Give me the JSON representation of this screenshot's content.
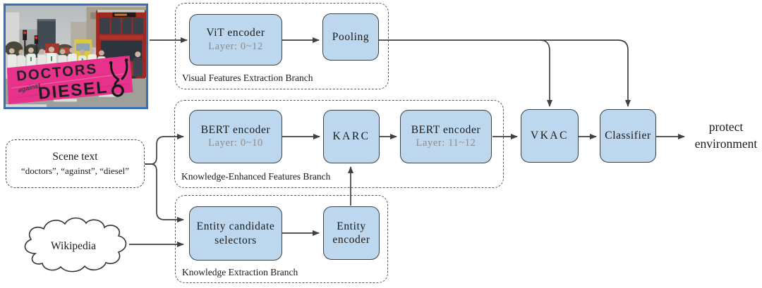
{
  "photo": {
    "banner": {
      "line1": "DOCTORS",
      "line2": "against",
      "line3": "DIESEL"
    }
  },
  "inputs": {
    "scene_text": {
      "title": "Scene text",
      "words": "“doctors”, “against”, “diesel”"
    },
    "knowledge_source": {
      "label": "Wikipedia"
    }
  },
  "branches": {
    "visual": {
      "label": "Visual Features Extraction Branch"
    },
    "knowledge_enhanced": {
      "label": "Knowledge-Enhanced Features Branch"
    },
    "knowledge_extraction": {
      "label": "Knowledge Extraction Branch"
    }
  },
  "nodes": {
    "vit_encoder": {
      "title": "ViT encoder",
      "subtitle": "Layer: 0~12"
    },
    "pooling": {
      "title": "Pooling"
    },
    "bert_encoder_1": {
      "title": "BERT encoder",
      "subtitle": "Layer: 0~10"
    },
    "karc": {
      "title": "KARC"
    },
    "bert_encoder_2": {
      "title": "BERT encoder",
      "subtitle": "Layer: 11~12"
    },
    "entity_candidate_selectors": {
      "title_line1": "Entity candidate",
      "title_line2": "selectors"
    },
    "entity_encoder": {
      "title_line1": "Entity",
      "title_line2": "encoder"
    },
    "vkac": {
      "title": "VKAC"
    },
    "classifier": {
      "title": "Classifier"
    }
  },
  "output": {
    "line1": "protect",
    "line2": "environment"
  },
  "colors": {
    "node_fill": "#BDD7EE",
    "node_border": "#404040",
    "arrow": "#404040",
    "dashed_border": "#595959",
    "subtitle_gray": "#8C8C8C",
    "banner_pink": "#E7318A",
    "bus_red": "#A1291F",
    "photo_frame_blue": "#3B6FB5"
  }
}
